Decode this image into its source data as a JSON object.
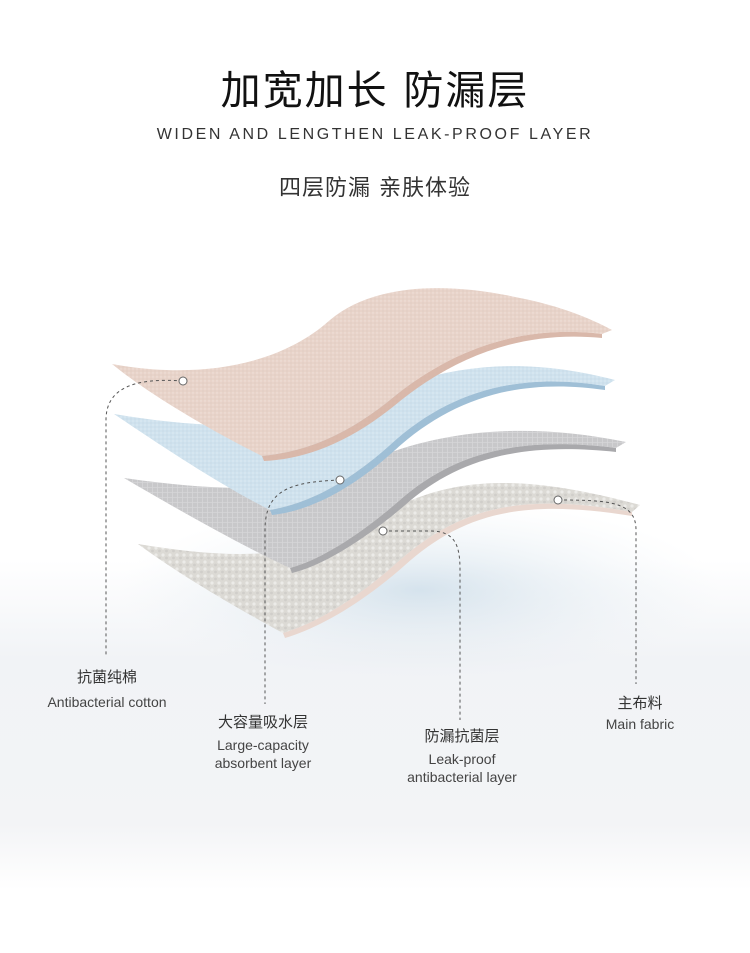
{
  "header": {
    "title": "加宽加长 防漏层",
    "subtitle_en": "WIDEN AND LENGTHEN LEAK-PROOF LAYER",
    "subtitle_cn": "四层防漏 亲肤体验"
  },
  "layers": [
    {
      "cn": "抗菌纯棉",
      "en": "Antibacterial cotton"
    },
    {
      "cn": "大容量吸水层",
      "en_line1": "Large-capacity",
      "en_line2": "absorbent layer"
    },
    {
      "cn": "防漏抗菌层",
      "en_line1": "Leak-proof",
      "en_line2": "antibacterial layer"
    },
    {
      "cn": "主布料",
      "en": "Main fabric"
    }
  ],
  "colors": {
    "cotton_layer": "#e8d2c8",
    "absorbent_layer": "#cfe2ee",
    "leakproof_layer": "#c9c9cb",
    "main_layer": "#dcdad6"
  }
}
